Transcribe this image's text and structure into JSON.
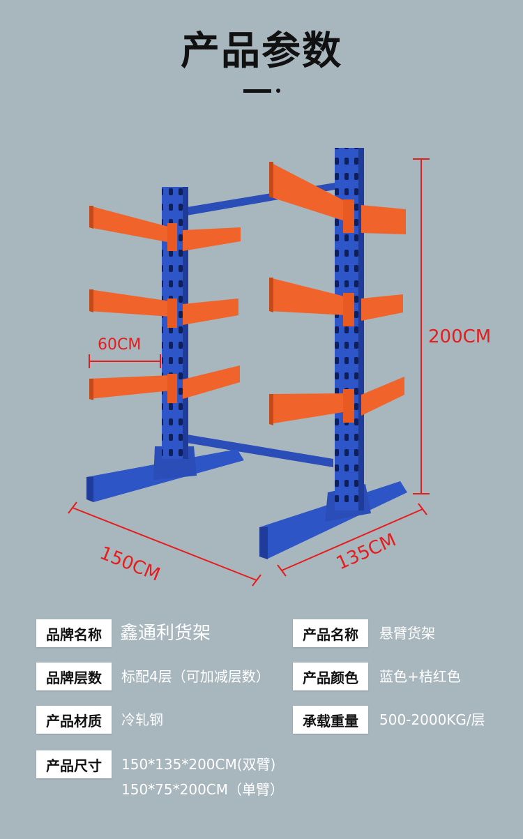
{
  "title": "产品参数",
  "dimensions": {
    "height": "200CM",
    "arm_length": "60CM",
    "width": "150CM",
    "depth": "135CM"
  },
  "colors": {
    "background": "#a8b6bd",
    "column": "#2f56c8",
    "arm": "#f0632a",
    "dimension_line": "#e41d1d"
  },
  "specs": [
    {
      "label": "品牌名称",
      "value": "鑫通利货架"
    },
    {
      "label": "产品名称",
      "value": "悬臂货架"
    },
    {
      "label": "品牌层数",
      "value": "标配4层（可加减层数）"
    },
    {
      "label": "产品颜色",
      "value": "蓝色+桔红色"
    },
    {
      "label": "产品材质",
      "value": "冷轧钢"
    },
    {
      "label": "承载重量",
      "value": "500-2000KG/层"
    },
    {
      "label": "产品尺寸",
      "value": "150*135*200CM(双臂)",
      "value2": "150*75*200CM（单臂）"
    }
  ]
}
